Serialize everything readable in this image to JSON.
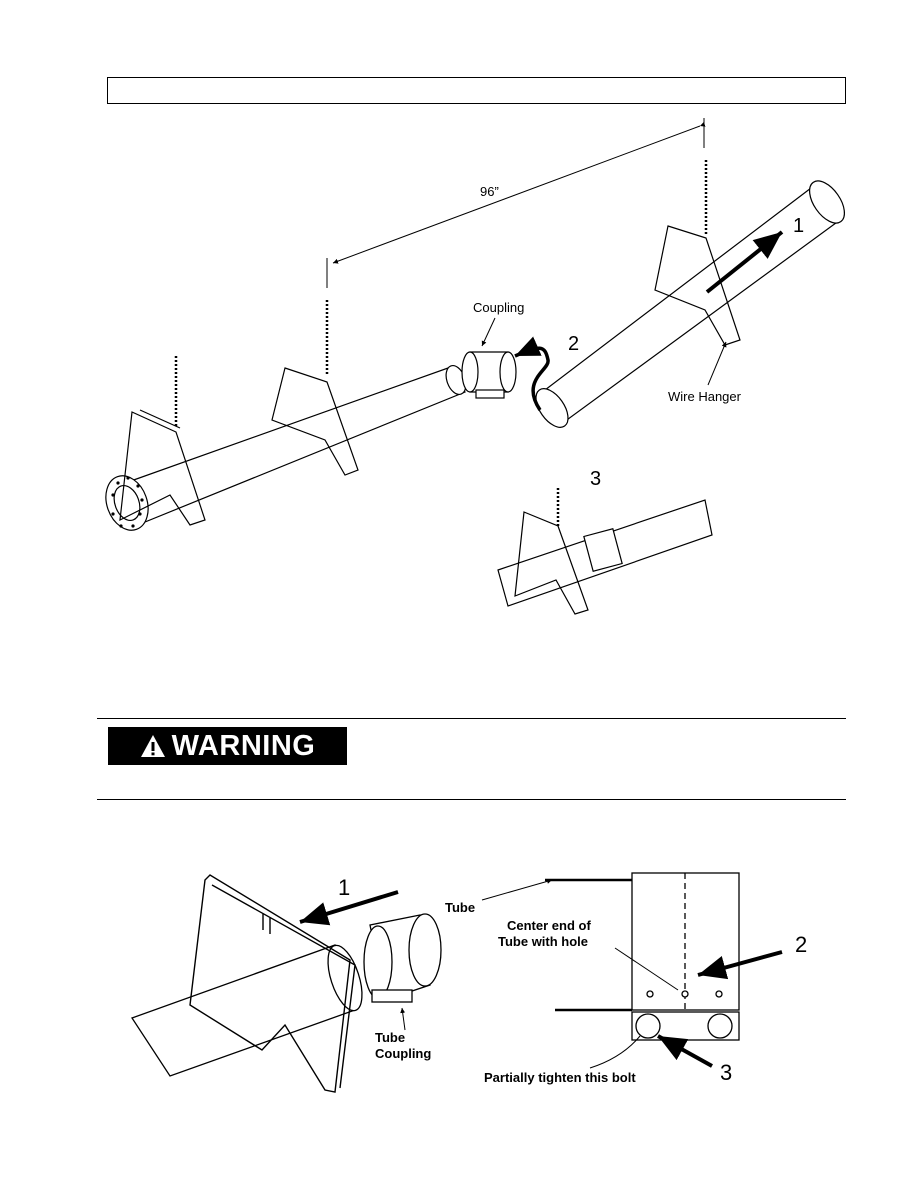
{
  "figure_top": {
    "dimension": "96”",
    "coupling_label": "Coupling",
    "wire_hanger_label": "Wire Hanger",
    "step1": "1",
    "step2": "2",
    "step3": "3"
  },
  "warning": {
    "label": "WARNING",
    "icon": "warning-triangle-icon"
  },
  "figure_bottom_left": {
    "step1": "1",
    "tube_coupling_line1": "Tube",
    "tube_coupling_line2": "Coupling"
  },
  "figure_bottom_right": {
    "tube_label": "Tube",
    "center_line1": "Center end of",
    "center_line2": "Tube with hole",
    "tighten_label": "Partially tighten this bolt",
    "step2": "2",
    "step3": "3"
  }
}
